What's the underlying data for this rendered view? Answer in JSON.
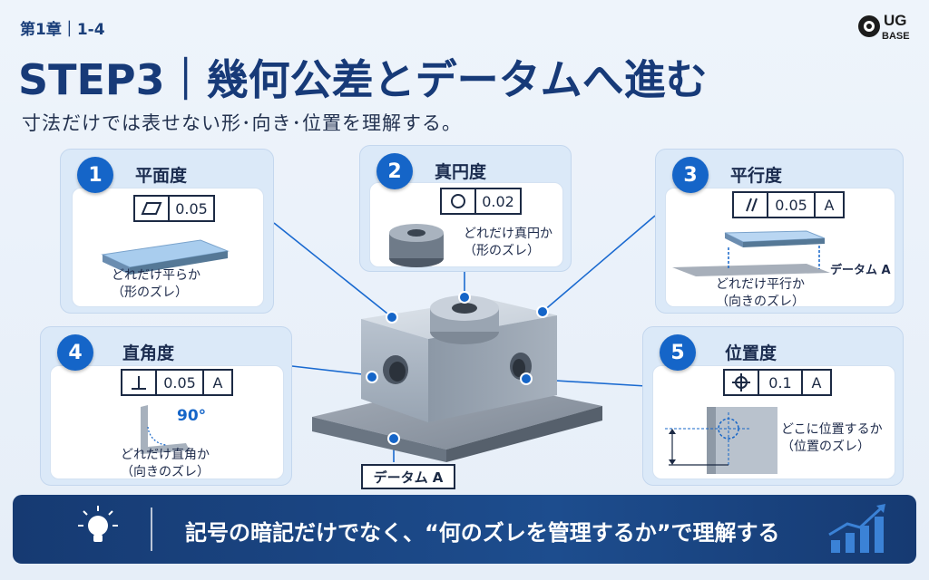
{
  "header": {
    "chapter": "第1章｜1-4",
    "title": "STEP3｜幾何公差とデータムへ進む",
    "subtitle": "寸法だけでは表せない形･向き･位置を理解する。",
    "logo_top": "UG",
    "logo_bottom": "BASE"
  },
  "cards": [
    {
      "number": "1",
      "title": "平面度",
      "symbol": "flatness-icon",
      "tolerance": "0.05",
      "datum": "",
      "desc_line1": "どれだけ平らか",
      "desc_line2": "（形のズレ）"
    },
    {
      "number": "2",
      "title": "真円度",
      "symbol": "circularity-icon",
      "tolerance": "0.02",
      "datum": "",
      "desc_line1": "どれだけ真円か",
      "desc_line2": "（形のズレ）"
    },
    {
      "number": "3",
      "title": "平行度",
      "symbol": "parallelism-icon",
      "tolerance": "0.05",
      "datum": "A",
      "desc_line1": "どれだけ平行か",
      "desc_line2": "（向きのズレ）",
      "extra_label": "データム A"
    },
    {
      "number": "4",
      "title": "直角度",
      "symbol": "perpendicularity-icon",
      "tolerance": "0.05",
      "datum": "A",
      "desc_line1": "どれだけ直角か",
      "desc_line2": "（向きのズレ）",
      "extra_label": "90°"
    },
    {
      "number": "5",
      "title": "位置度",
      "symbol": "position-icon",
      "tolerance": "0.1",
      "datum": "A",
      "desc_line1": "どこに位置するか",
      "desc_line2": "（位置のズレ）"
    }
  ],
  "center": {
    "datum_label": "データム A"
  },
  "footer": {
    "text": "記号の暗記だけでなく、“何のズレを管理するか”で理解する"
  },
  "colors": {
    "accent": "#1565c8",
    "navy": "#173a78",
    "footer": "#163a72"
  }
}
